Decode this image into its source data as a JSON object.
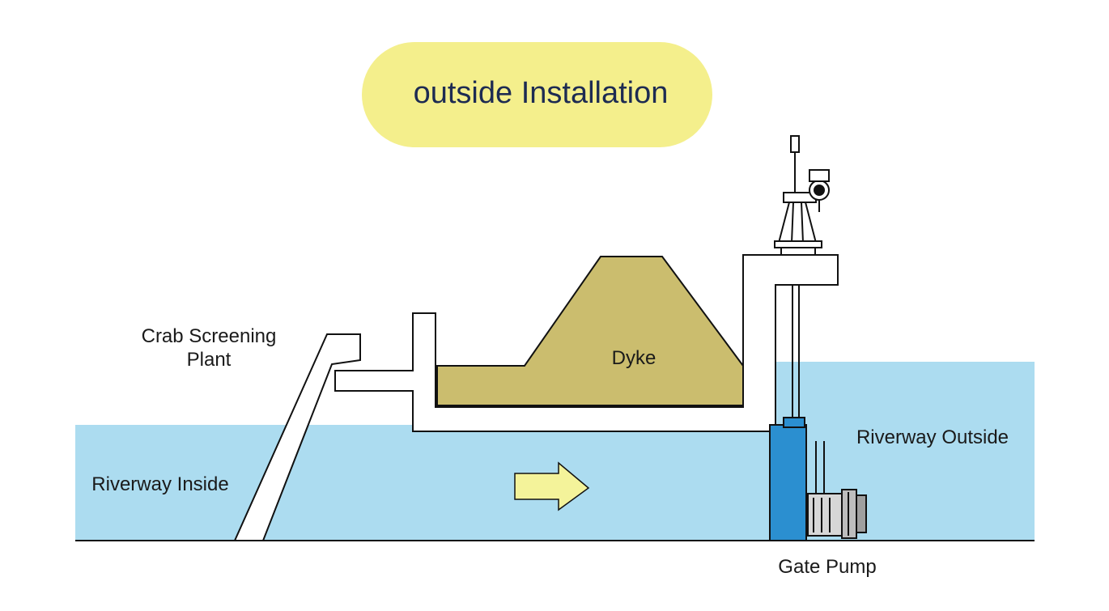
{
  "title": "outside Installation",
  "labels": {
    "crab_line1": "Crab Screening",
    "crab_line2": "Plant",
    "dyke": "Dyke",
    "riverway_inside": "Riverway Inside",
    "riverway_outside": "Riverway Outside",
    "gate_pump": "Gate Pump"
  },
  "colors": {
    "water": "#acdcf0",
    "dyke": "#cbbd6e",
    "title_bg": "#f4ef8c",
    "pump_body": "#2b8fd0",
    "flow_arrow": "#f4f39a",
    "outline": "#111111"
  },
  "icons": {
    "flow": "flow-arrow-icon",
    "pump": "gate-pump-icon",
    "hoist": "gate-hoist-icon"
  }
}
